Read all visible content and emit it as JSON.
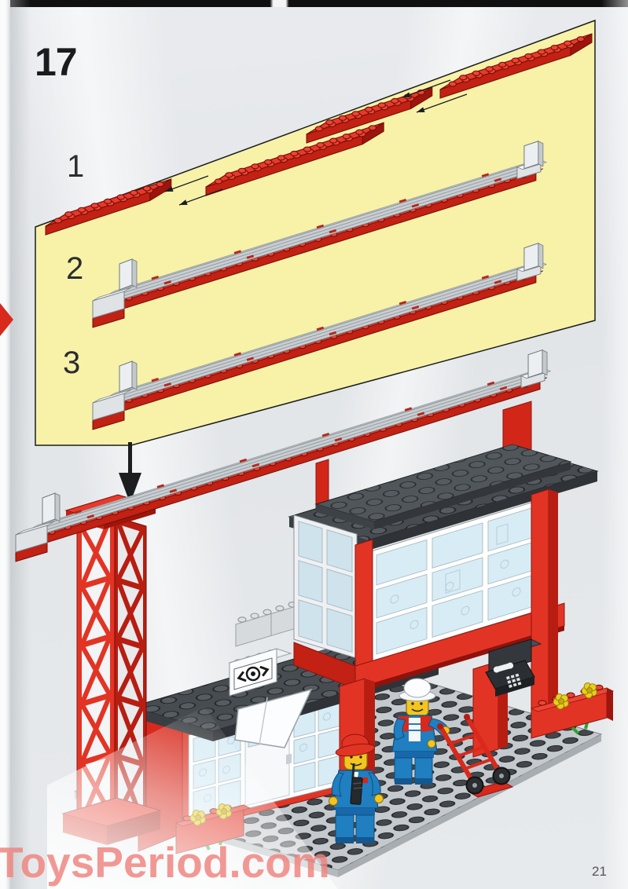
{
  "page": {
    "step_number": "17",
    "page_number": "21",
    "watermark": "ToysPeriod.com"
  },
  "panel": {
    "substeps": [
      {
        "label": "1"
      },
      {
        "label": "2"
      },
      {
        "label": "3"
      }
    ]
  },
  "model": {
    "sign_icon": "train-logo-icon",
    "phone_icon": "phone-icon",
    "arrow_icon": "arrow-down-icon"
  },
  "colors": {
    "lego_red": "#e23424",
    "lego_red_shade": "#b81d12",
    "panel_yellow": "#f7f2a8",
    "roof_gray": "#474c51",
    "baseplate_gray": "#c4c9cd",
    "rail_gray": "#c9ced2",
    "glass_blue": "#d8ecf5",
    "minifig_blue": "#1f7fc0",
    "minifig_yellow": "#f3c51f",
    "watermark_pink": "#f0837e"
  }
}
